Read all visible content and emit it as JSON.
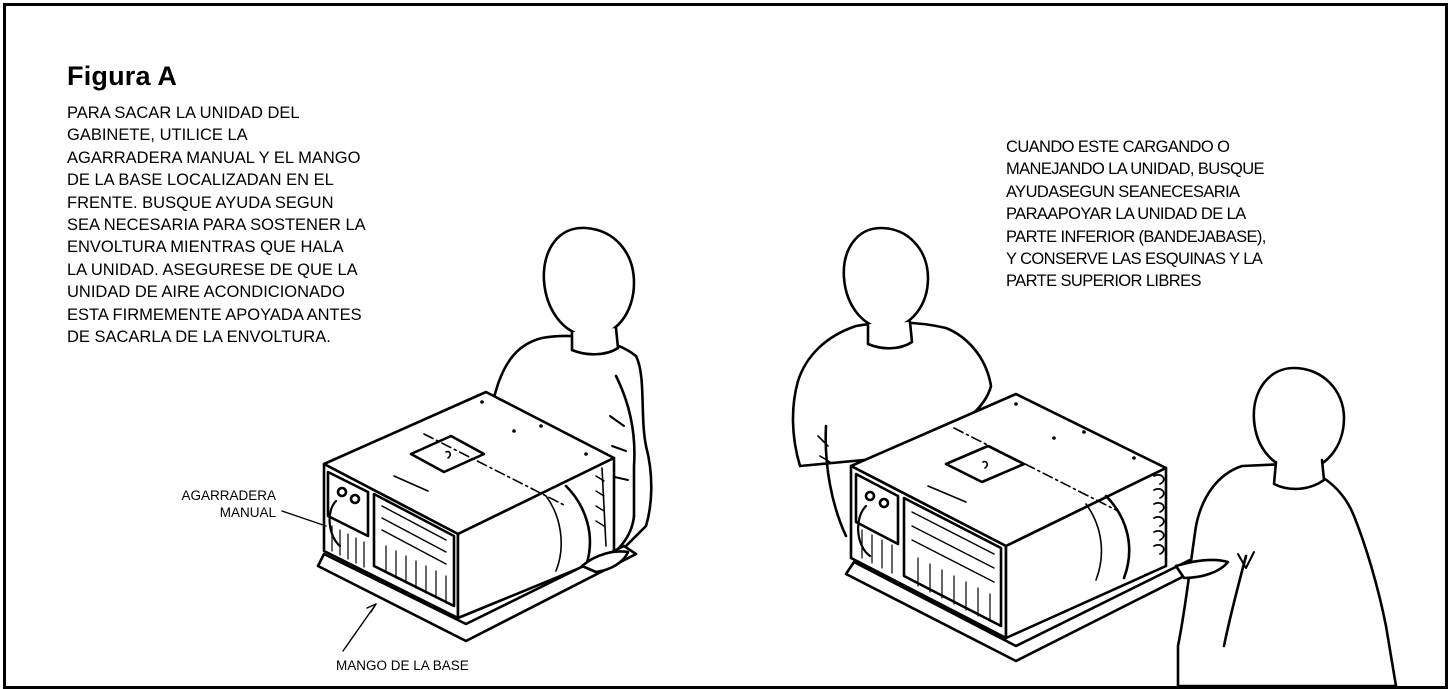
{
  "figure": {
    "title": "Figura A",
    "left_text": "PARA SACAR LA UNIDAD DEL\nGABINETE, UTILICE LA\nAGARRADERA MANUAL Y EL MANGO\nDE LA BASE LOCALIZADAN EN EL\nFRENTE. BUSQUE AYUDA SEGUN\nSEA NECESARIA PARA SOSTENER LA\nENVOLTURA MIENTRAS QUE HALA\nLA UNIDAD. ASEGURESE DE QUE LA\nUNIDAD DE AIRE ACONDICIONADO\nESTA FIRMEMENTE APOYADA ANTES\nDE SACARLA DE LA ENVOLTURA.",
    "right_text": "CUANDO ESTE CARGANDO O\nMANEJANDO LA UNIDAD, BUSQUE\nAYUDASEGUN SEANECESARIA\nPARAAPOYAR LA UNIDAD DE LA\nPARTE INFERIOR (BANDEJABASE),\nY CONSERVE LAS ESQUINAS Y LA\nPARTE SUPERIOR LIBRES",
    "callouts": {
      "agarradera": "AGARRADERA\nMANUAL",
      "mango": "MANGO DE LA BASE"
    }
  }
}
